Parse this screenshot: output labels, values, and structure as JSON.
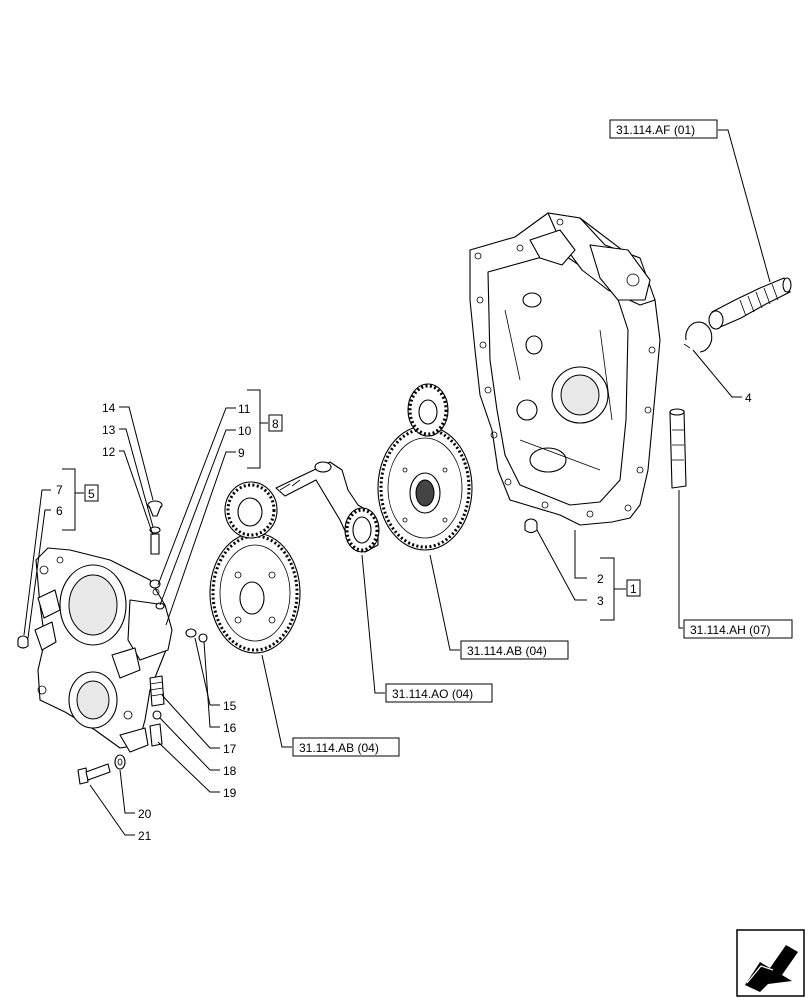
{
  "callouts": [
    "2",
    "3",
    "4",
    "6",
    "7",
    "9",
    "10",
    "11",
    "12",
    "13",
    "14",
    "15",
    "16",
    "17",
    "18",
    "19",
    "20",
    "21"
  ],
  "group_labels": [
    "1",
    "5",
    "8"
  ],
  "references": [
    "31.114.AF (01)",
    "31.114.AH (07)",
    "31.114.AB (04)",
    "31.114.AO (04)",
    "31.114.AB (04)"
  ],
  "nav_icon": "next-page-arrow-icon"
}
